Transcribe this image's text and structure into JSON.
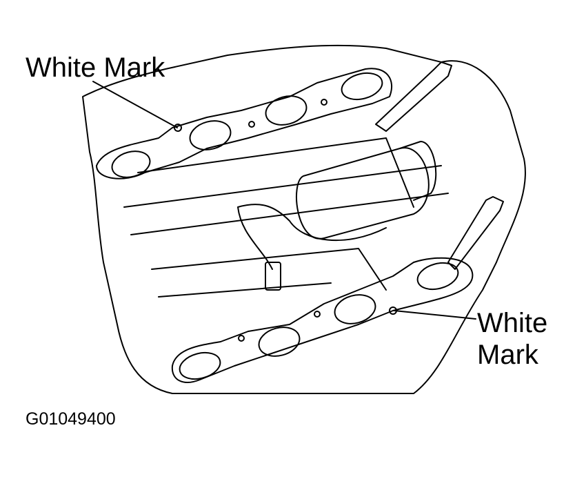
{
  "labels": {
    "top_callout": "White Mark",
    "bottom_callout_line1": "White",
    "bottom_callout_line2": "Mark"
  },
  "figure_code": "G01049400",
  "colors": {
    "line": "#000000",
    "background": "#ffffff"
  }
}
